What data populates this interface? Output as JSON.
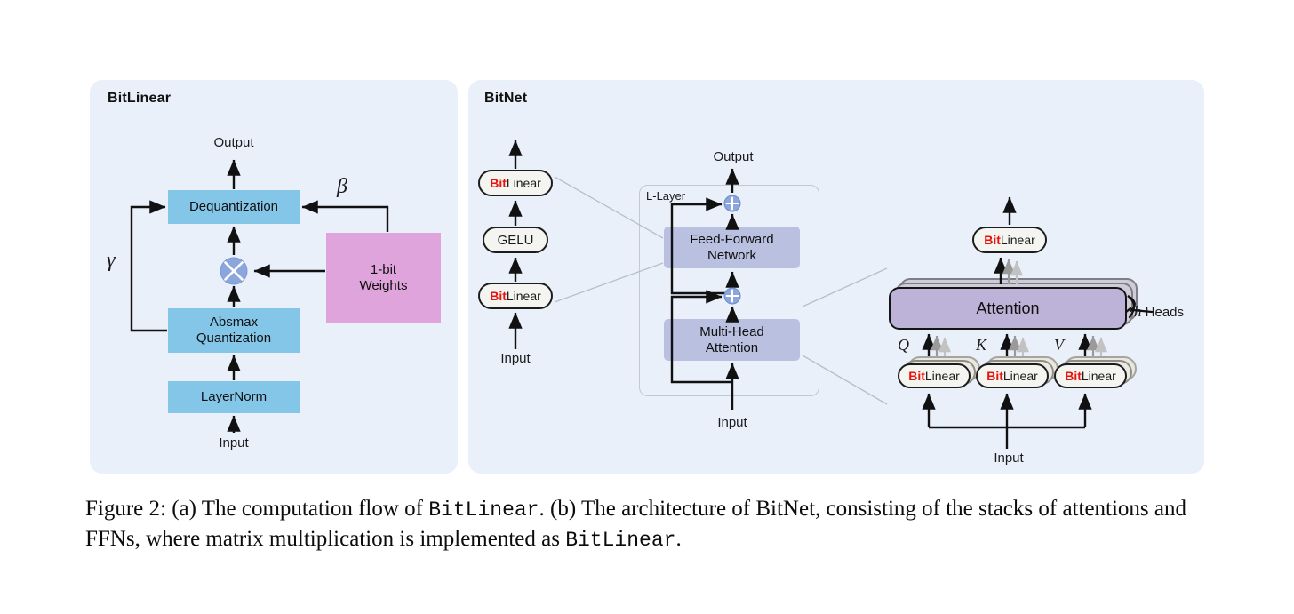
{
  "figure": {
    "caption_part1": "Figure 2: (a) The computation flow of ",
    "caption_mono1": "BitLinear",
    "caption_part2": ". (b) The architecture of BitNet, consisting of the stacks of attentions and FFNs, where matrix multiplication is implemented as ",
    "caption_mono2": "BitLinear",
    "caption_part3": "."
  },
  "panel_a": {
    "title": "BitLinear",
    "output_label": "Output",
    "input_label": "Input",
    "blocks": [
      {
        "label": "Dequantization"
      },
      {
        "label": "Absmax\nQuantization"
      },
      {
        "label": "LayerNorm"
      },
      {
        "label": "1-bit\nWeights"
      }
    ],
    "block_dequantization": "Dequantization",
    "block_absmax_line1": "Absmax",
    "block_absmax_line2": "Quantization",
    "block_layernorm": "LayerNorm",
    "block_weights_line1": "1-bit",
    "block_weights_line2": "Weights",
    "symbol_gamma": "γ",
    "symbol_beta": "β",
    "multiply_node": "⊗",
    "colors": {
      "panel_bg": "#e9f0fa",
      "block_blue": "#84c6e8",
      "block_pink": "#e0a4dc",
      "node_blue": "#8ba6dc"
    }
  },
  "panel_b": {
    "title": "BitNet",
    "ffn_stack": {
      "input_label": "Input",
      "items": [
        {
          "prefix": "Bit",
          "suffix": "Linear"
        },
        {
          "label": "GELU"
        },
        {
          "prefix": "Bit",
          "suffix": "Linear"
        }
      ],
      "bitlinear_prefix": "Bit",
      "bitlinear_suffix": "Linear",
      "gelu_label": "GELU"
    },
    "transformer": {
      "output_label": "Output",
      "input_label": "Input",
      "layer_label_italic": "L",
      "layer_label_rest": "-Layer",
      "ffn_line1": "Feed-Forward",
      "ffn_line2": "Network",
      "mha_line1": "Multi-Head",
      "mha_line2": "Attention",
      "residual_node": "⊕"
    },
    "attention": {
      "output_pill_prefix": "Bit",
      "output_pill_suffix": "Linear",
      "block_label": "Attention",
      "heads_italic": "h",
      "heads_rest": " Heads",
      "q_label": "Q",
      "k_label": "K",
      "v_label": "V",
      "qkv_pill_prefix": "Bit",
      "qkv_pill_suffix": "Linear",
      "input_label": "Input"
    },
    "colors": {
      "panel_bg": "#e9f0fa",
      "block_lavender": "#b9c0e0",
      "attention_purple": "#bdb3d8",
      "pill_fill": "#f4f4f0",
      "bit_red": "#e8130c"
    }
  }
}
